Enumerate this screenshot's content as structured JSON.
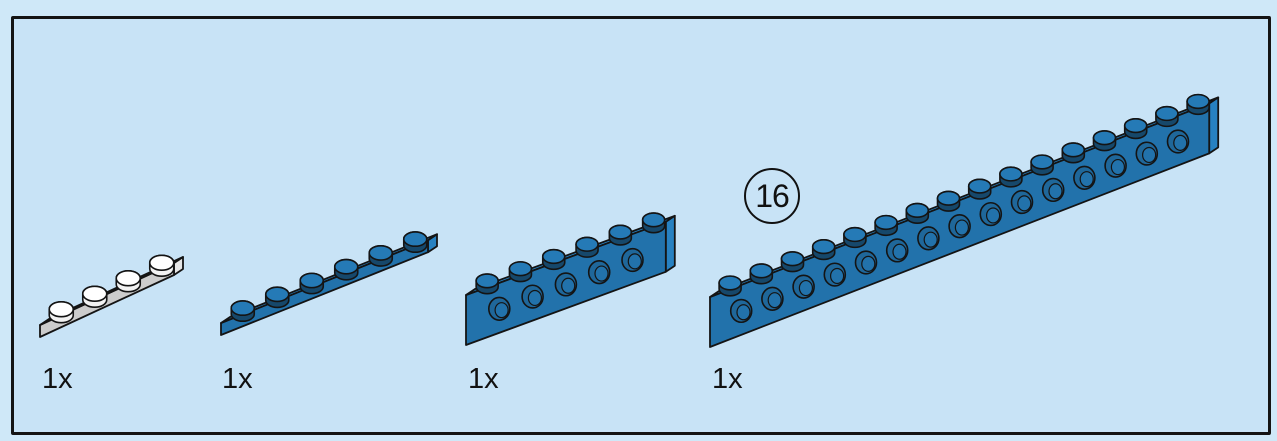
{
  "step": {
    "number": "16"
  },
  "parts": [
    {
      "name": "white-plate-1x4",
      "quantity": "1x",
      "color": "#ffffff",
      "studs": 4
    },
    {
      "name": "blue-plate-1x6",
      "quantity": "1x",
      "color": "#2b8fd6",
      "studs": 6
    },
    {
      "name": "blue-technic-brick-1x6",
      "quantity": "1x",
      "color": "#2b8fd6",
      "studs": 6
    },
    {
      "name": "blue-technic-brick-1x16",
      "quantity": "1x",
      "color": "#2b8fd6",
      "studs": 16
    }
  ],
  "colors": {
    "background": "#cfe8f8",
    "blue": "#2b8fd6",
    "outline": "#141414",
    "white": "#ffffff"
  }
}
